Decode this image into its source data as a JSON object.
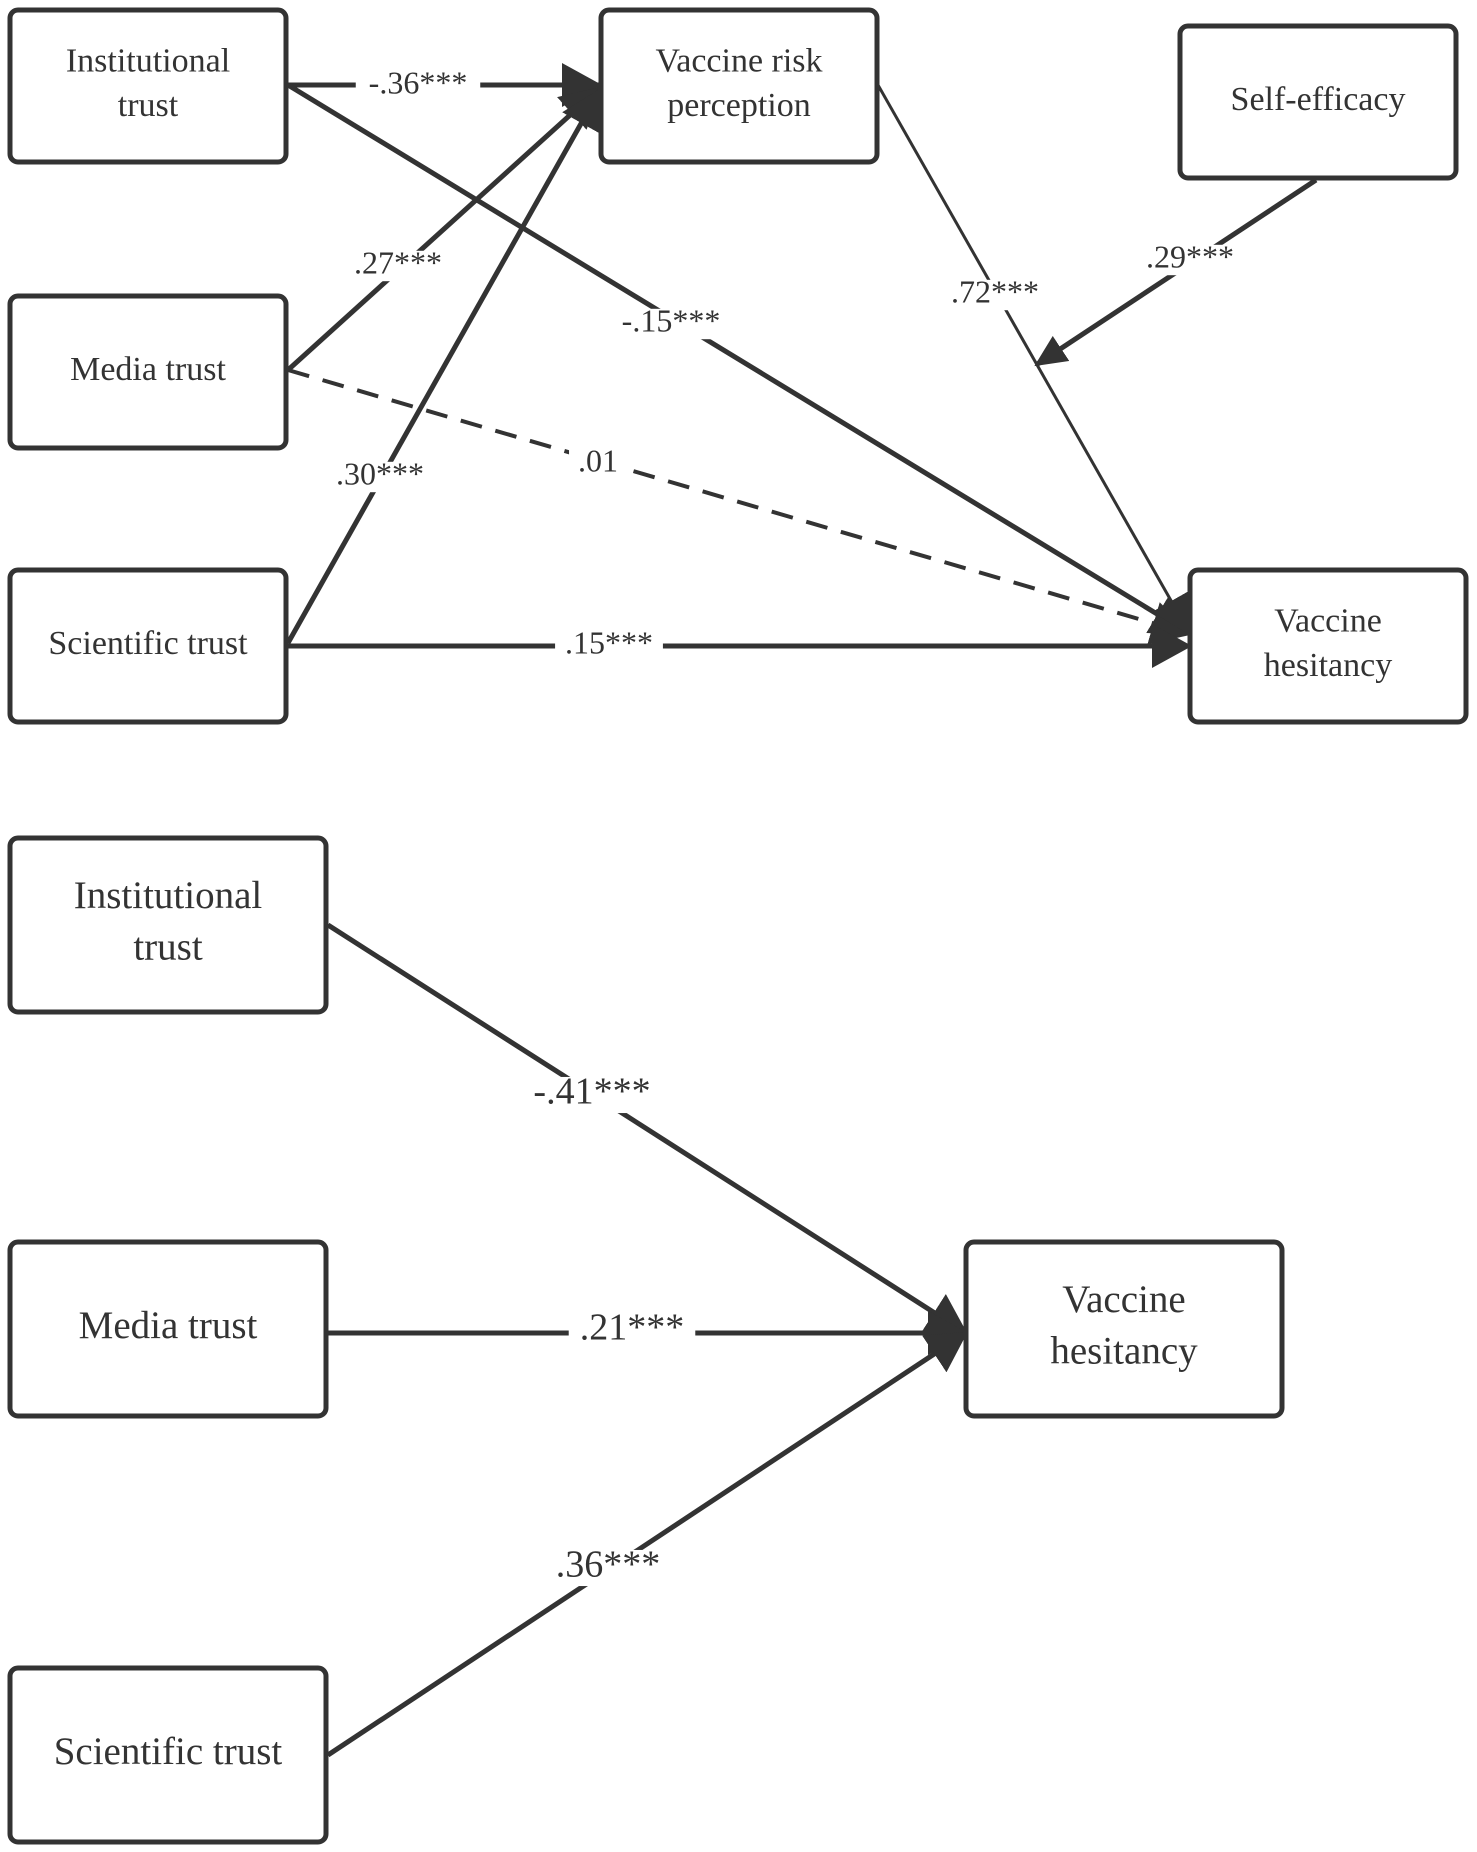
{
  "colors": {
    "stroke": "#333333",
    "background": "#ffffff"
  },
  "diagrams": [
    {
      "id": "moderated-mediation-model",
      "nodes": [
        {
          "id": "inst",
          "lines": [
            "Institutional",
            "trust"
          ]
        },
        {
          "id": "media",
          "lines": [
            "Media trust"
          ]
        },
        {
          "id": "sci",
          "lines": [
            "Scientific trust"
          ]
        },
        {
          "id": "vrp",
          "lines": [
            "Vaccine risk",
            "perception"
          ]
        },
        {
          "id": "se",
          "lines": [
            "Self-efficacy"
          ]
        },
        {
          "id": "vh",
          "lines": [
            "Vaccine",
            "hesitancy"
          ]
        }
      ],
      "edges": [
        {
          "id": "inst-vrp",
          "from": "inst",
          "to": "vrp",
          "label": "-.36***",
          "style": "solid"
        },
        {
          "id": "media-vrp",
          "from": "media",
          "to": "vrp",
          "label": ".27***",
          "style": "solid"
        },
        {
          "id": "sci-vrp",
          "from": "sci",
          "to": "vrp",
          "label": ".30***",
          "style": "solid"
        },
        {
          "id": "inst-vh",
          "from": "inst",
          "to": "vh",
          "label": "-.15***",
          "style": "solid"
        },
        {
          "id": "media-vh",
          "from": "media",
          "to": "vh",
          "label": ".01",
          "style": "dashed"
        },
        {
          "id": "sci-vh",
          "from": "sci",
          "to": "vh",
          "label": ".15***",
          "style": "solid"
        },
        {
          "id": "vrp-vh",
          "from": "vrp",
          "to": "vh",
          "label": ".72***",
          "style": "solid"
        },
        {
          "id": "se-mod",
          "from": "se",
          "to": "vrp-vh-path",
          "label": ".29***",
          "style": "solid"
        }
      ]
    },
    {
      "id": "direct-effects-model",
      "nodes": [
        {
          "id": "inst2",
          "lines": [
            "Institutional",
            "trust"
          ]
        },
        {
          "id": "media2",
          "lines": [
            "Media trust"
          ]
        },
        {
          "id": "sci2",
          "lines": [
            "Scientific trust"
          ]
        },
        {
          "id": "vh2",
          "lines": [
            "Vaccine",
            "hesitancy"
          ]
        }
      ],
      "edges": [
        {
          "id": "inst2-vh2",
          "from": "inst2",
          "to": "vh2",
          "label": "-.41***",
          "style": "solid"
        },
        {
          "id": "media2-vh2",
          "from": "media2",
          "to": "vh2",
          "label": ".21***",
          "style": "solid"
        },
        {
          "id": "sci2-vh2",
          "from": "sci2",
          "to": "vh2",
          "label": ".36***",
          "style": "solid"
        }
      ]
    }
  ]
}
